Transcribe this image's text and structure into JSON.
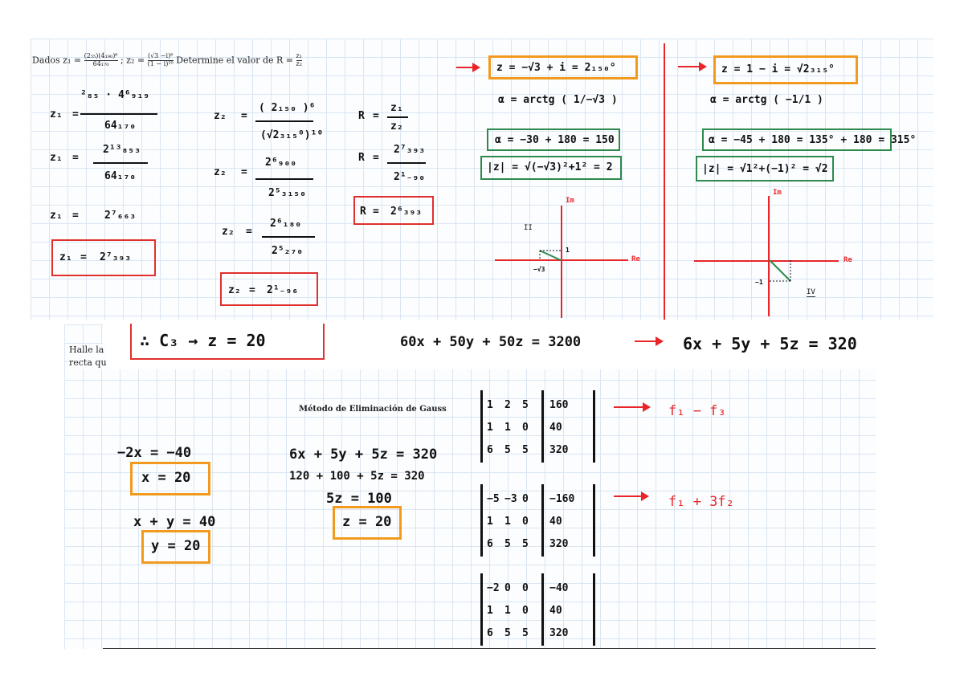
{
  "problem1": {
    "prompt_prefix": "Dados z₁ = ",
    "prompt_z1_num": "(2₅₅)(4₁₉₀)⁶",
    "prompt_z1_den": "64₁₇₀",
    "prompt_mid": " ; z₂ = ",
    "prompt_z2_num": "(√3 −i)⁶",
    "prompt_z2_den": "(1 − i)¹⁰",
    "prompt_suffix": " Determine el valor de R = ",
    "prompt_r_num": "z₁",
    "prompt_r_den": "z₂"
  },
  "z1": {
    "label": "z₁",
    "step1_num": "²₈₅ · 4⁶₉₁₉",
    "step1_den": "64₁₇₀",
    "step2_num": "2¹³₈₅₃",
    "step2_den": "64₁₇₀",
    "step3": "2⁷₆₆₃",
    "result": "2⁷₃₉₃"
  },
  "z2": {
    "label": "z₂",
    "step1_num": "( 2₁₅₀ )⁶",
    "step1_den": "(√2₃₁₅⁰)¹⁰",
    "step2_num": "2⁶₉₀₀",
    "step2_den": "2⁵₃₁₅₀",
    "step3_num": "2⁶₁₈₀",
    "step3_den": "2⁵₂₇₀",
    "result": "2¹₋₉₆"
  },
  "r": {
    "label": "R",
    "step1_num": "z₁",
    "step1_den": "z₂",
    "step2_num": "2⁷₃₉₃",
    "step2_den": "2¹₋₉₀",
    "result": "2⁶₃₉₃"
  },
  "polar_a": {
    "form": "z = −√3 + i  =  2₁₅₀°",
    "angle_formula": "α = arctg ( 1/−√3 )",
    "angle_value": "α = −30 + 180 = 150",
    "modulus": "|z| = √(−√3)²+1² = 2",
    "axis_im": "Im",
    "axis_re": "Re",
    "quadrant": "II",
    "tick_1": "1",
    "tick_sqrt3": "−√3"
  },
  "polar_b": {
    "form": "z = 1 − i  =  √2₃₁₅°",
    "angle_formula": "α = arctg ( −1/1 )",
    "angle_value": "α = −45 + 180 = 135° + 180 = 315°",
    "modulus": "|z| = √1²+(−1)² = √2",
    "axis_im": "Im",
    "axis_re": "Re",
    "quadrant": "IV",
    "tick_neg1": "−1"
  },
  "problem2": {
    "prompt_line1": "Halle la",
    "prompt_line2": "recta qu",
    "boxed_top": "∴ C₃  →  z = 20",
    "eq_top_left": "60x + 50y + 50z = 3200",
    "eq_top_right": "6x + 5y + 5z = 320",
    "method_title": "Método de Eliminación de Gauss",
    "solve_x_eq": "−2x = −40",
    "solve_x_result": "x = 20",
    "solve_y_eq": "x + y = 40",
    "solve_y_result": "y = 20",
    "solve_z_eq1": "6x + 5y + 5z = 320",
    "solve_z_eq2": "120 + 100 + 5z = 320",
    "solve_z_eq3": "5z = 100",
    "solve_z_result": "z = 20",
    "op1": "f₁ − f₃",
    "op2": "f₁ + 3f₂",
    "matrix1": [
      [
        "1",
        "2",
        "5",
        "160"
      ],
      [
        "1",
        "1",
        "0",
        "40"
      ],
      [
        "6",
        "5",
        "5",
        "320"
      ]
    ],
    "matrix2": [
      [
        "−5",
        "−3",
        "0",
        "−160"
      ],
      [
        "1",
        "1",
        "0",
        "40"
      ],
      [
        "6",
        "5",
        "5",
        "320"
      ]
    ],
    "matrix3": [
      [
        "−2",
        "0",
        "0",
        "−40"
      ],
      [
        "1",
        "1",
        "0",
        "40"
      ],
      [
        "6",
        "5",
        "5",
        "320"
      ]
    ]
  },
  "colors": {
    "red": "#e8262a",
    "orange": "#f29a1e",
    "green": "#2e8a4a",
    "grid": "#dbe6f1"
  }
}
